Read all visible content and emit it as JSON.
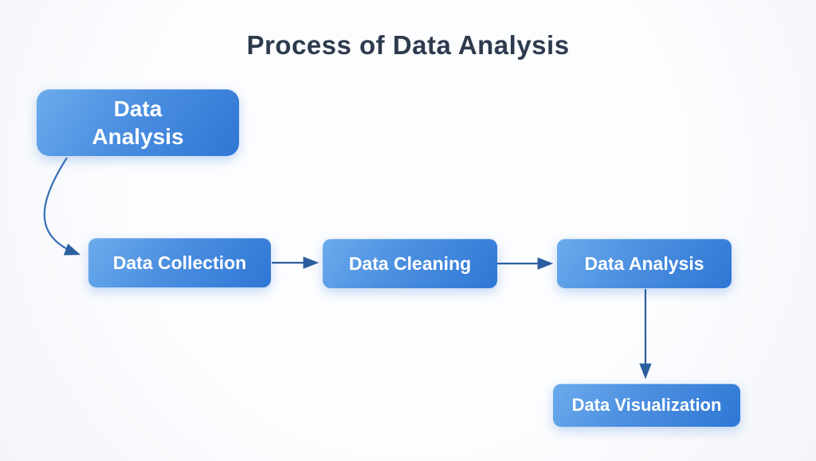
{
  "diagram": {
    "title": "Process of Data Analysis",
    "nodes": [
      {
        "id": "start",
        "label": "Data Analysis"
      },
      {
        "id": "collection",
        "label": "Data Collection"
      },
      {
        "id": "cleaning",
        "label": "Data Cleaning"
      },
      {
        "id": "analysis",
        "label": "Data Analysis"
      },
      {
        "id": "visualization",
        "label": "Data Visualization"
      }
    ],
    "edges": [
      {
        "from": "start",
        "to": "collection",
        "style": "curved"
      },
      {
        "from": "collection",
        "to": "cleaning",
        "style": "straight"
      },
      {
        "from": "cleaning",
        "to": "analysis",
        "style": "straight"
      },
      {
        "from": "analysis",
        "to": "visualization",
        "style": "straight"
      }
    ],
    "colors": {
      "background": "#f7f9fc",
      "node_gradient_start": "#6babec",
      "node_gradient_end": "#2f77d5",
      "node_text": "#ffffff",
      "arrow": "#2b5f9f",
      "title_text": "#2e3a4d"
    }
  }
}
